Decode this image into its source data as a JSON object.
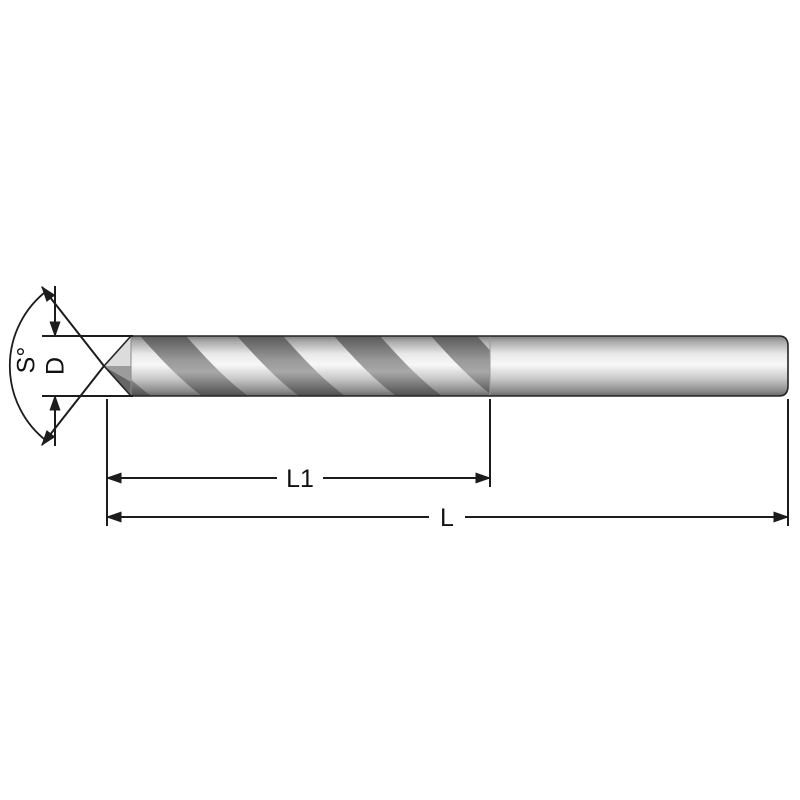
{
  "meta": {
    "title": "Twist drill bit technical drawing"
  },
  "diagram": {
    "subject": "twist-drill-bit",
    "labels": {
      "point_angle": "S°",
      "diameter": "D",
      "flute_length": "L1",
      "overall_length": "L"
    },
    "colors": {
      "background": "#ffffff",
      "line": "#1c1c1c",
      "metal_highlight": "#f7f7f7",
      "metal_mid": "#c7c7c7",
      "metal_shadow": "#666666",
      "flute_dark": "#4e4e4e"
    }
  }
}
